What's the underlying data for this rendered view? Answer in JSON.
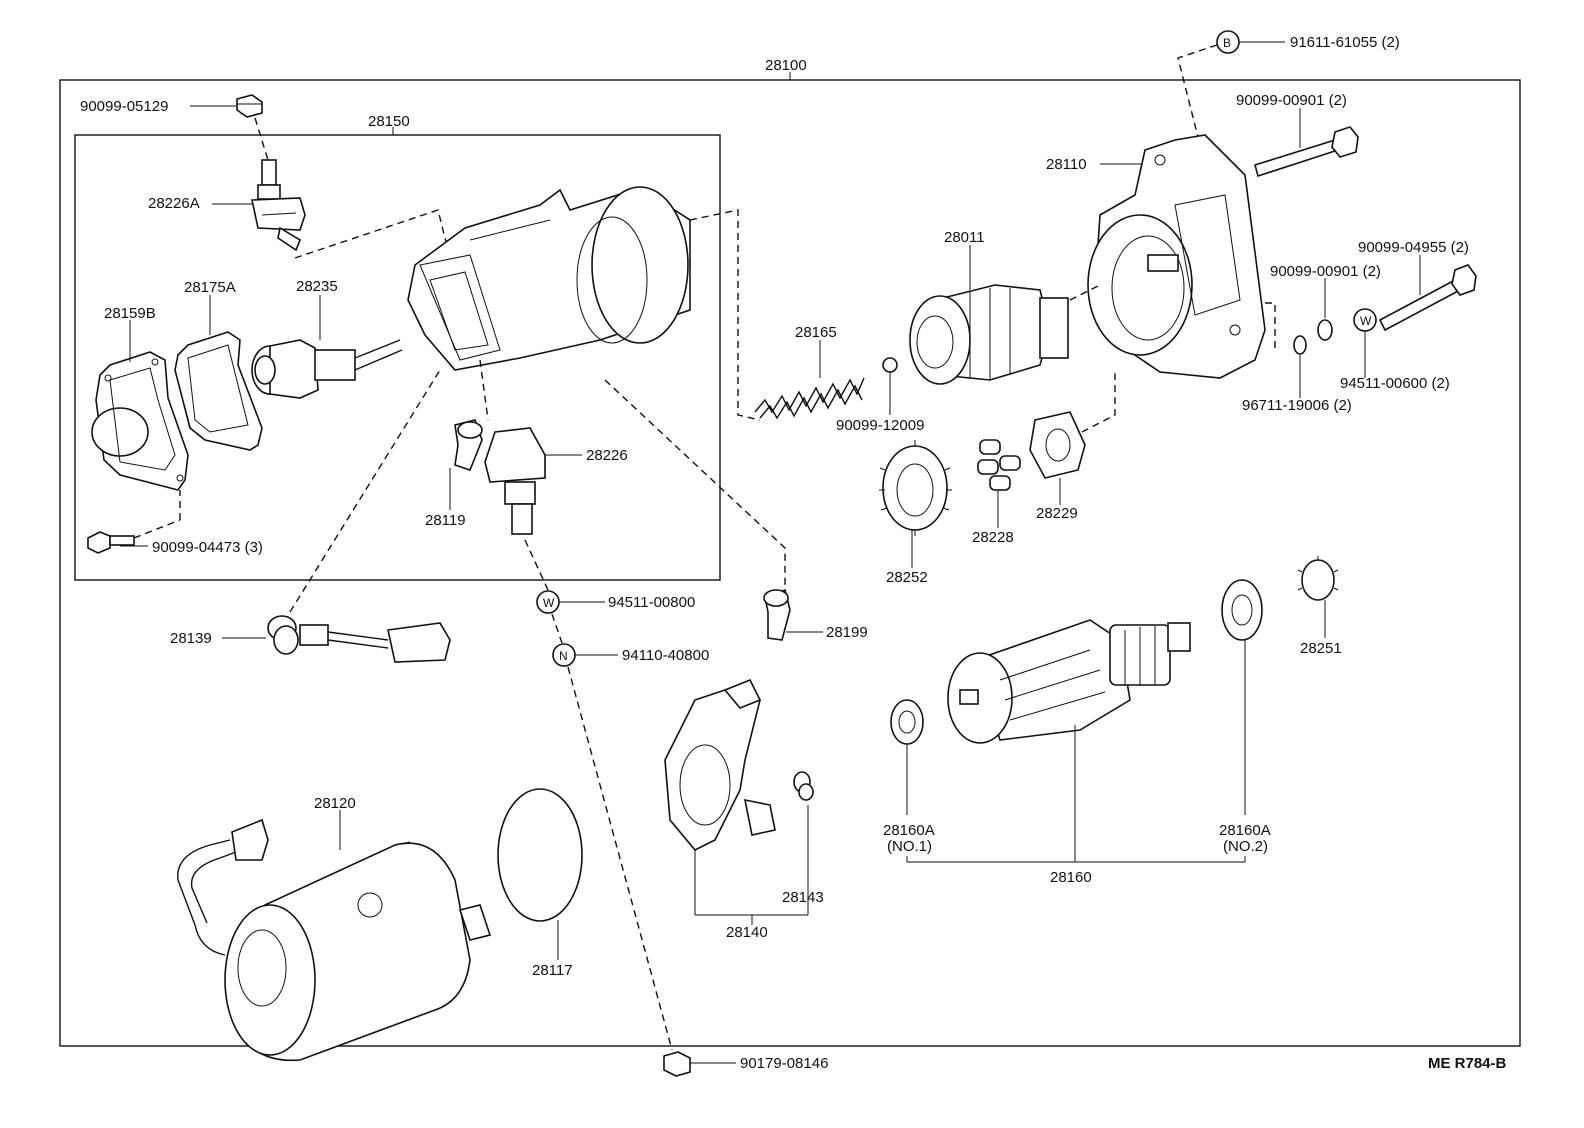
{
  "diagram": {
    "reference_code": "ME R784-B",
    "symbols": {
      "b": "B",
      "w": "W",
      "n": "N"
    },
    "labels": {
      "p28100": "28100",
      "p91611": "91611-61055 (2)",
      "p90099_05129": "90099-05129",
      "p28150": "28150",
      "p28226A": "28226A",
      "p28175A": "28175A",
      "p28235": "28235",
      "p28159B": "28159B",
      "p90099_04473": "90099-04473 (3)",
      "p28119": "28119",
      "p28226": "28226",
      "p94511_00800": "94511-00800",
      "p94110_40800": "94110-40800",
      "p28139": "28139",
      "p28199": "28199",
      "p28120": "28120",
      "p28117": "28117",
      "p28140": "28140",
      "p28143": "28143",
      "p90179_08146": "90179-08146",
      "p28110": "28110",
      "p90099_00901a": "90099-00901 (2)",
      "p90099_04955": "90099-04955 (2)",
      "p90099_00901b": "90099-00901 (2)",
      "p94511_00600": "94511-00600 (2)",
      "p96711_19006": "96711-19006 (2)",
      "p28011": "28011",
      "p28165": "28165",
      "p90099_12009": "90099-12009",
      "p28252": "28252",
      "p28228": "28228",
      "p28229": "28229",
      "p28251": "28251",
      "p28160A1": "28160A",
      "p28160A1_sub": "(NO.1)",
      "p28160A2": "28160A",
      "p28160A2_sub": "(NO.2)",
      "p28160": "28160"
    }
  }
}
